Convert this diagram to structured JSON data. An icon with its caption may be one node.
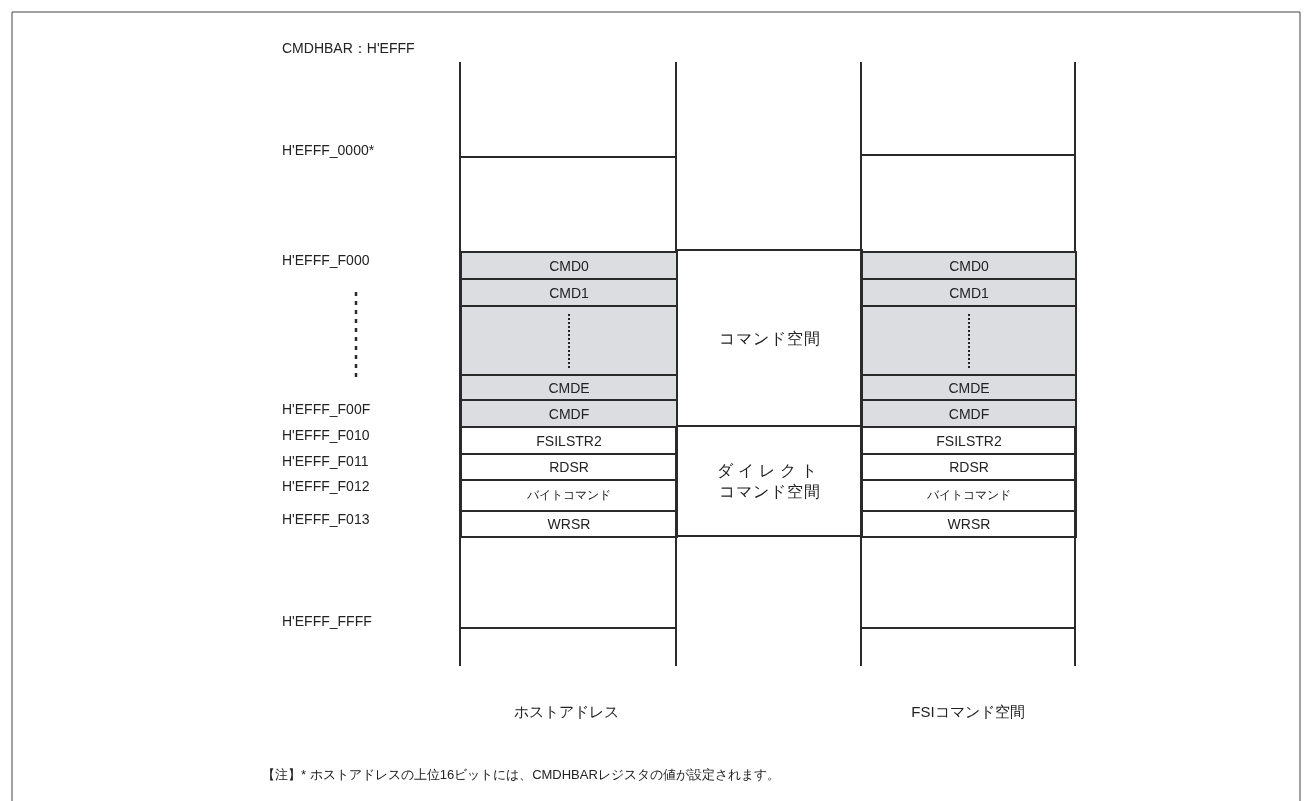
{
  "diagram": {
    "title": "CMDHBAR：H'EFFF",
    "nodes": [
      {
        "text": [
          "CMD0"
        ]
      },
      {
        "text": [
          "コマンド空間"
        ]
      },
      {
        "text": [
          "CMD0"
        ]
      },
      {
        "text": [
          "CMD1"
        ]
      },
      {
        "text": [
          "CMD1"
        ]
      },
      {
        "text": [],
        "shape": "box"
      },
      {
        "text": [],
        "shape": "box"
      },
      {
        "text": [
          "CMDE"
        ]
      },
      {
        "text": [
          "CMDE"
        ]
      },
      {
        "text": [
          "CMDF"
        ]
      },
      {
        "text": [
          "CMDF"
        ]
      },
      {
        "text": [
          "FSILSTR2"
        ]
      },
      {
        "text": [
          "ダイレクトコマンド空間"
        ]
      },
      {
        "text": [
          "FSILSTR2"
        ]
      },
      {
        "text": [
          "RDSR"
        ]
      },
      {
        "text": [
          "RDSR"
        ]
      },
      {
        "text": [
          "バイトコマンド"
        ]
      },
      {
        "text": [
          "バイトコマンド"
        ]
      },
      {
        "text": [
          "WRSR"
        ]
      },
      {
        "text": [
          "WRSR"
        ]
      }
    ],
    "labels": [
      "H'EFFF_0000*",
      "H'EFFF_F000",
      "H'EFFF_F00F",
      "H'EFFF_F010",
      "H'EFFF_F011",
      "H'EFFF_F012",
      "H'EFFF_F013",
      "H'EFFF_FFFF",
      "ホストアドレス",
      "FSIコマンド空間",
      "【注】* ホストアドレスの上位16ビットには、CMDHBARレジスタの値が設定されます。"
    ]
  }
}
